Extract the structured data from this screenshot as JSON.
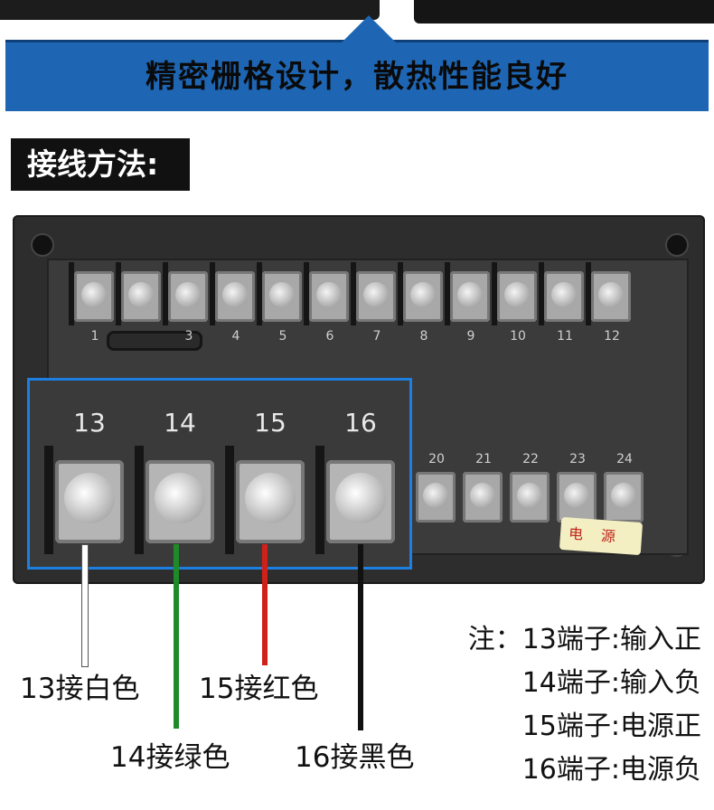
{
  "banner": {
    "text": "精密栅格设计，散热性能良好"
  },
  "section": {
    "title": "接线方法:"
  },
  "terminals_small": [
    "1",
    "",
    "3",
    "4",
    "5",
    "6",
    "7",
    "8",
    "9",
    "10",
    "11",
    "12"
  ],
  "terminals_big": [
    "13",
    "14",
    "15",
    "16"
  ],
  "terminals_right": [
    "20",
    "21",
    "22",
    "23",
    "24"
  ],
  "sticker": {
    "text": "电源"
  },
  "wire_labels": {
    "w13": "13接白色",
    "w14": "14接绿色",
    "w15": "15接红色",
    "w16": "16接黑色"
  },
  "wire_colors": {
    "w13": "#ffffff",
    "w14": "#1f8a2a",
    "w15": "#d0201a",
    "w16": "#111111"
  },
  "notes": [
    "注：13端子:输入正",
    "14端子:输入负",
    "15端子:电源正",
    "16端子:电源负"
  ]
}
